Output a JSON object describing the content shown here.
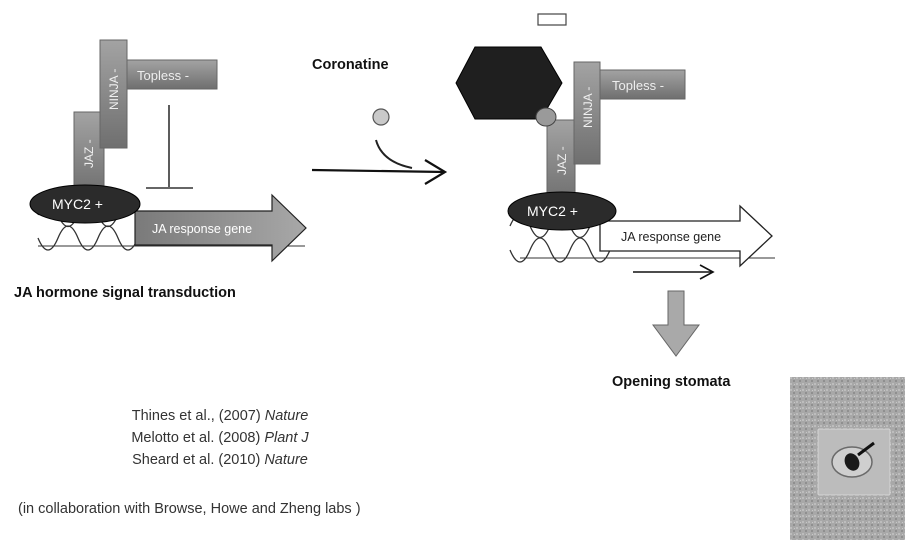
{
  "left_panel": {
    "topless": "Topless -",
    "ninja": "NINJA -",
    "jaz": "JAZ -",
    "myc2": "MYC2 +",
    "gene": "JA response gene",
    "caption": "JA hormone signal transduction"
  },
  "middle": {
    "coronatine": "Coronatine"
  },
  "right_panel": {
    "topless": "Topless -",
    "ninja": "NINJA -",
    "jaz": "JAZ -",
    "myc2": "MYC2 +",
    "gene": "JA response gene",
    "outcome": "Opening stomata"
  },
  "references": [
    {
      "authors": "Thines et al., (2007)",
      "journal": "Nature"
    },
    {
      "authors": "Melotto et al. (2008)",
      "journal": "Plant J"
    },
    {
      "authors": "Sheard et al. (2010)",
      "journal": "Nature"
    }
  ],
  "collaboration": "(in collaboration with Browse, Howe and Zheng labs )",
  "colors": {
    "protein_box": "#8a8a8a",
    "myc2": "#2b2b2b",
    "receptor": "#1f1f1f",
    "ligand": "#c9c9c9",
    "gene_arrow_left": "#8c8c8c",
    "gene_arrow_right": "#ffffff",
    "outcome_arrow": "#a9a9a9"
  }
}
